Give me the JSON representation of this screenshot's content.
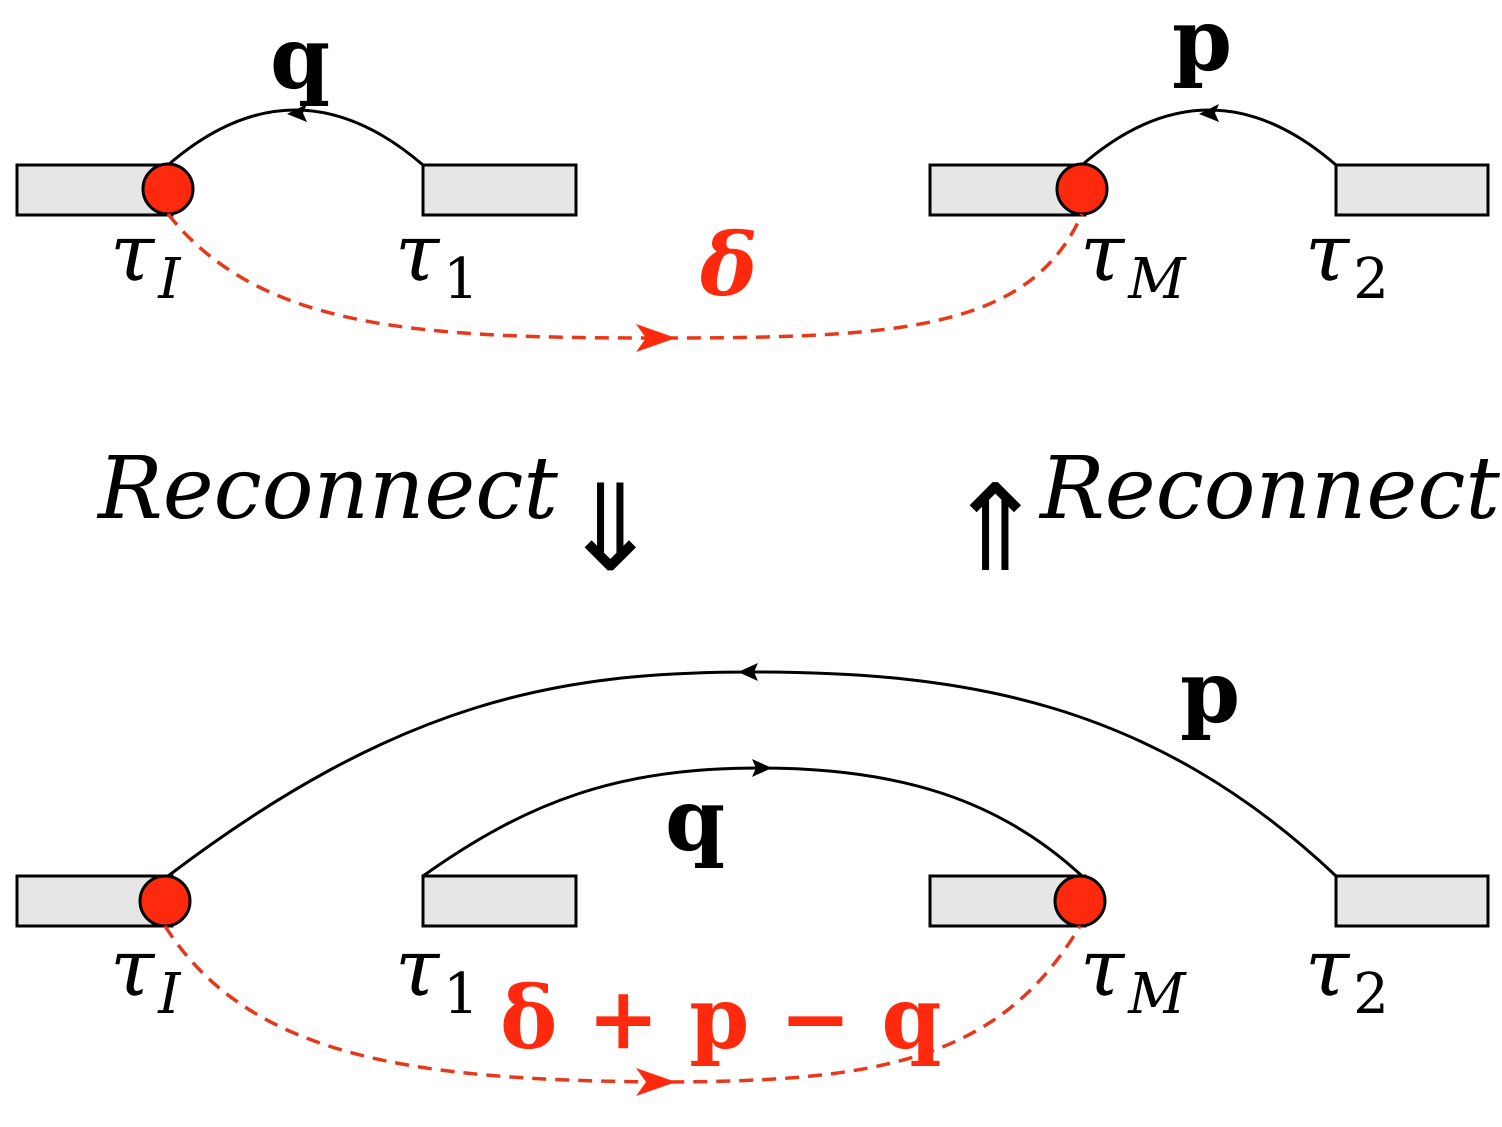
{
  "colors": {
    "red_accent": "#ff2a0e",
    "dash_red": "#e8381c",
    "bar_fill": "#e6e6e6",
    "line": "#000000"
  },
  "top_left": {
    "momentum_label": "q",
    "tau_left": "τ",
    "tau_left_sub": "I",
    "tau_right": "τ",
    "tau_right_sub": "1"
  },
  "top_right": {
    "momentum_label": "p",
    "tau_left": "τ",
    "tau_left_sub": "M",
    "tau_right": "τ",
    "tau_right_sub": "2"
  },
  "top_dashed_label": "δ",
  "reconnect_left": {
    "text": "Reconnect",
    "arrow": "⇓"
  },
  "reconnect_right": {
    "text": "Reconnect",
    "arrow": "⇑"
  },
  "bottom": {
    "outer_label": "p",
    "inner_label": "q",
    "tau_1": "τ",
    "tau_1_sub": "I",
    "tau_2": "τ",
    "tau_2_sub": "1",
    "tau_3": "τ",
    "tau_3_sub": "M",
    "tau_4": "τ",
    "tau_4_sub": "2",
    "dashed_label": "δ + p − q"
  }
}
